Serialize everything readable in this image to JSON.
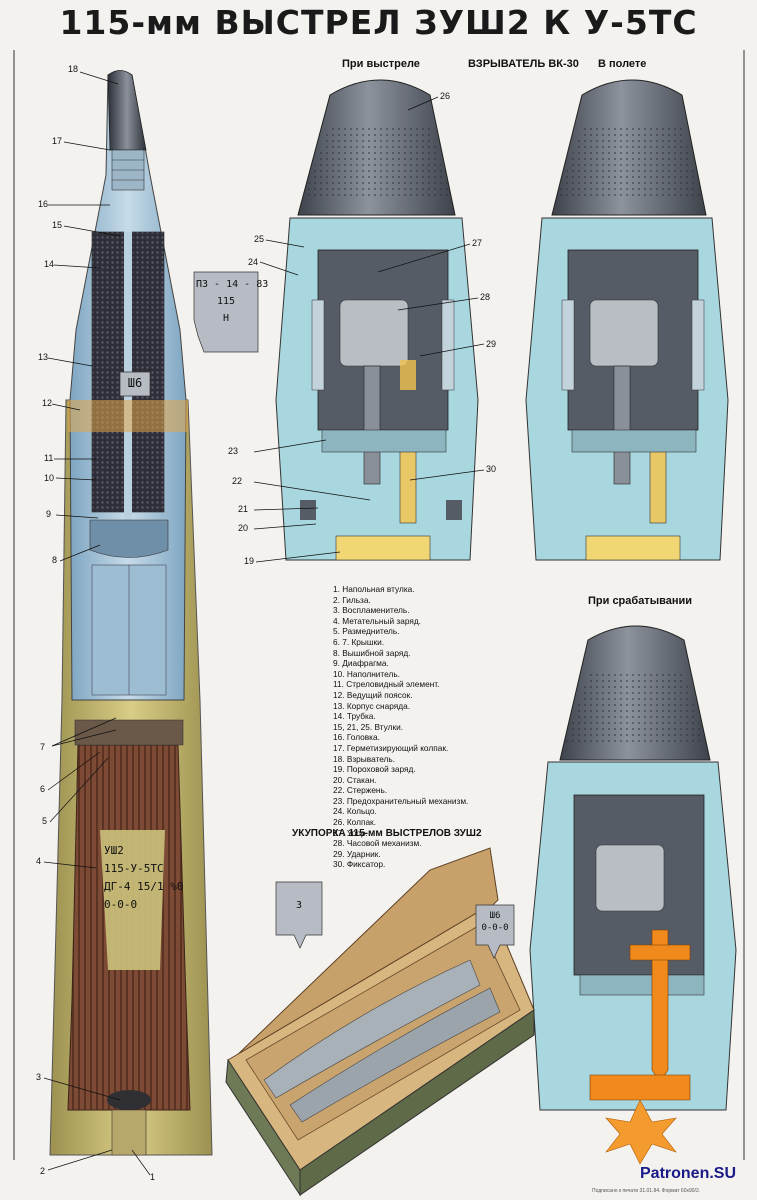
{
  "title": "115-мм ВЫСТРЕЛ ЗУШ2 К У-5ТС",
  "fuze": {
    "label_firing": "При выстреле",
    "label_fuze": "ВЗРЫВАТЕЛЬ ВК-30",
    "label_flight": "В полете",
    "label_trigger": "При срабатывании"
  },
  "packing": {
    "title": "УКУПОРКА 115-мм ВЫСТРЕЛОВ ЗУШ2",
    "tag_left": "3",
    "tag_right": [
      "Ш6",
      "0-0-0"
    ]
  },
  "shell_tags": {
    "upper": [
      "ПЗ - 14 - 83",
      "115",
      "Н"
    ],
    "sh6": "Ш6",
    "casing": [
      "УШ2",
      "115-У-5ТС",
      "ДГ-4 15/1 %0",
      "0-0-0"
    ]
  },
  "legend": [
    "1. Напольная втулка.",
    "2. Гильза.",
    "3. Воспламенитель.",
    "4. Метательный заряд.",
    "5. Размеднитель.",
    "6. 7. Крышки.",
    "8. Вышибной заряд.",
    "9. Диафрагма.",
    "10. Наполнитель.",
    "11. Стреловидный элемент.",
    "12. Ведущий поясок.",
    "13. Корпус снаряда.",
    "14. Трубка.",
    "15, 21, 25. Втулки.",
    "16. Головка.",
    "17. Герметизирующий колпак.",
    "18. Взрыватель.",
    "19. Пороховой заряд.",
    "20. Стакан.",
    "22. Стержень.",
    "23. Предохранительный механизм.",
    "24. Кольцо.",
    "26. Колпак.",
    "27. Упор.",
    "28. Часовой механизм.",
    "29. Ударник.",
    "30. Фиксатор."
  ],
  "shell_callouts": [
    "18",
    "17",
    "16",
    "15",
    "14",
    "13",
    "12",
    "11",
    "10",
    "9",
    "8",
    "7",
    "6",
    "5",
    "4",
    "3",
    "2",
    "1"
  ],
  "fuze_callouts": [
    "26",
    "25",
    "24",
    "27",
    "28",
    "29",
    "23",
    "30",
    "22",
    "21",
    "20",
    "19"
  ],
  "watermark": "Patronen.SU",
  "imprint": "Подписано к печати 31.01.84. Формат 60х90/2.",
  "colors": {
    "fuze_body": "#a9d7df",
    "fuze_dark": "#565c66",
    "casing": "#c9bc72",
    "charge": "#7a4a36",
    "shell_blue": "#aac6da",
    "box_wood": "#c8a06a",
    "box_green": "#6e7a55",
    "trigger_orange": "#f08a1c"
  }
}
